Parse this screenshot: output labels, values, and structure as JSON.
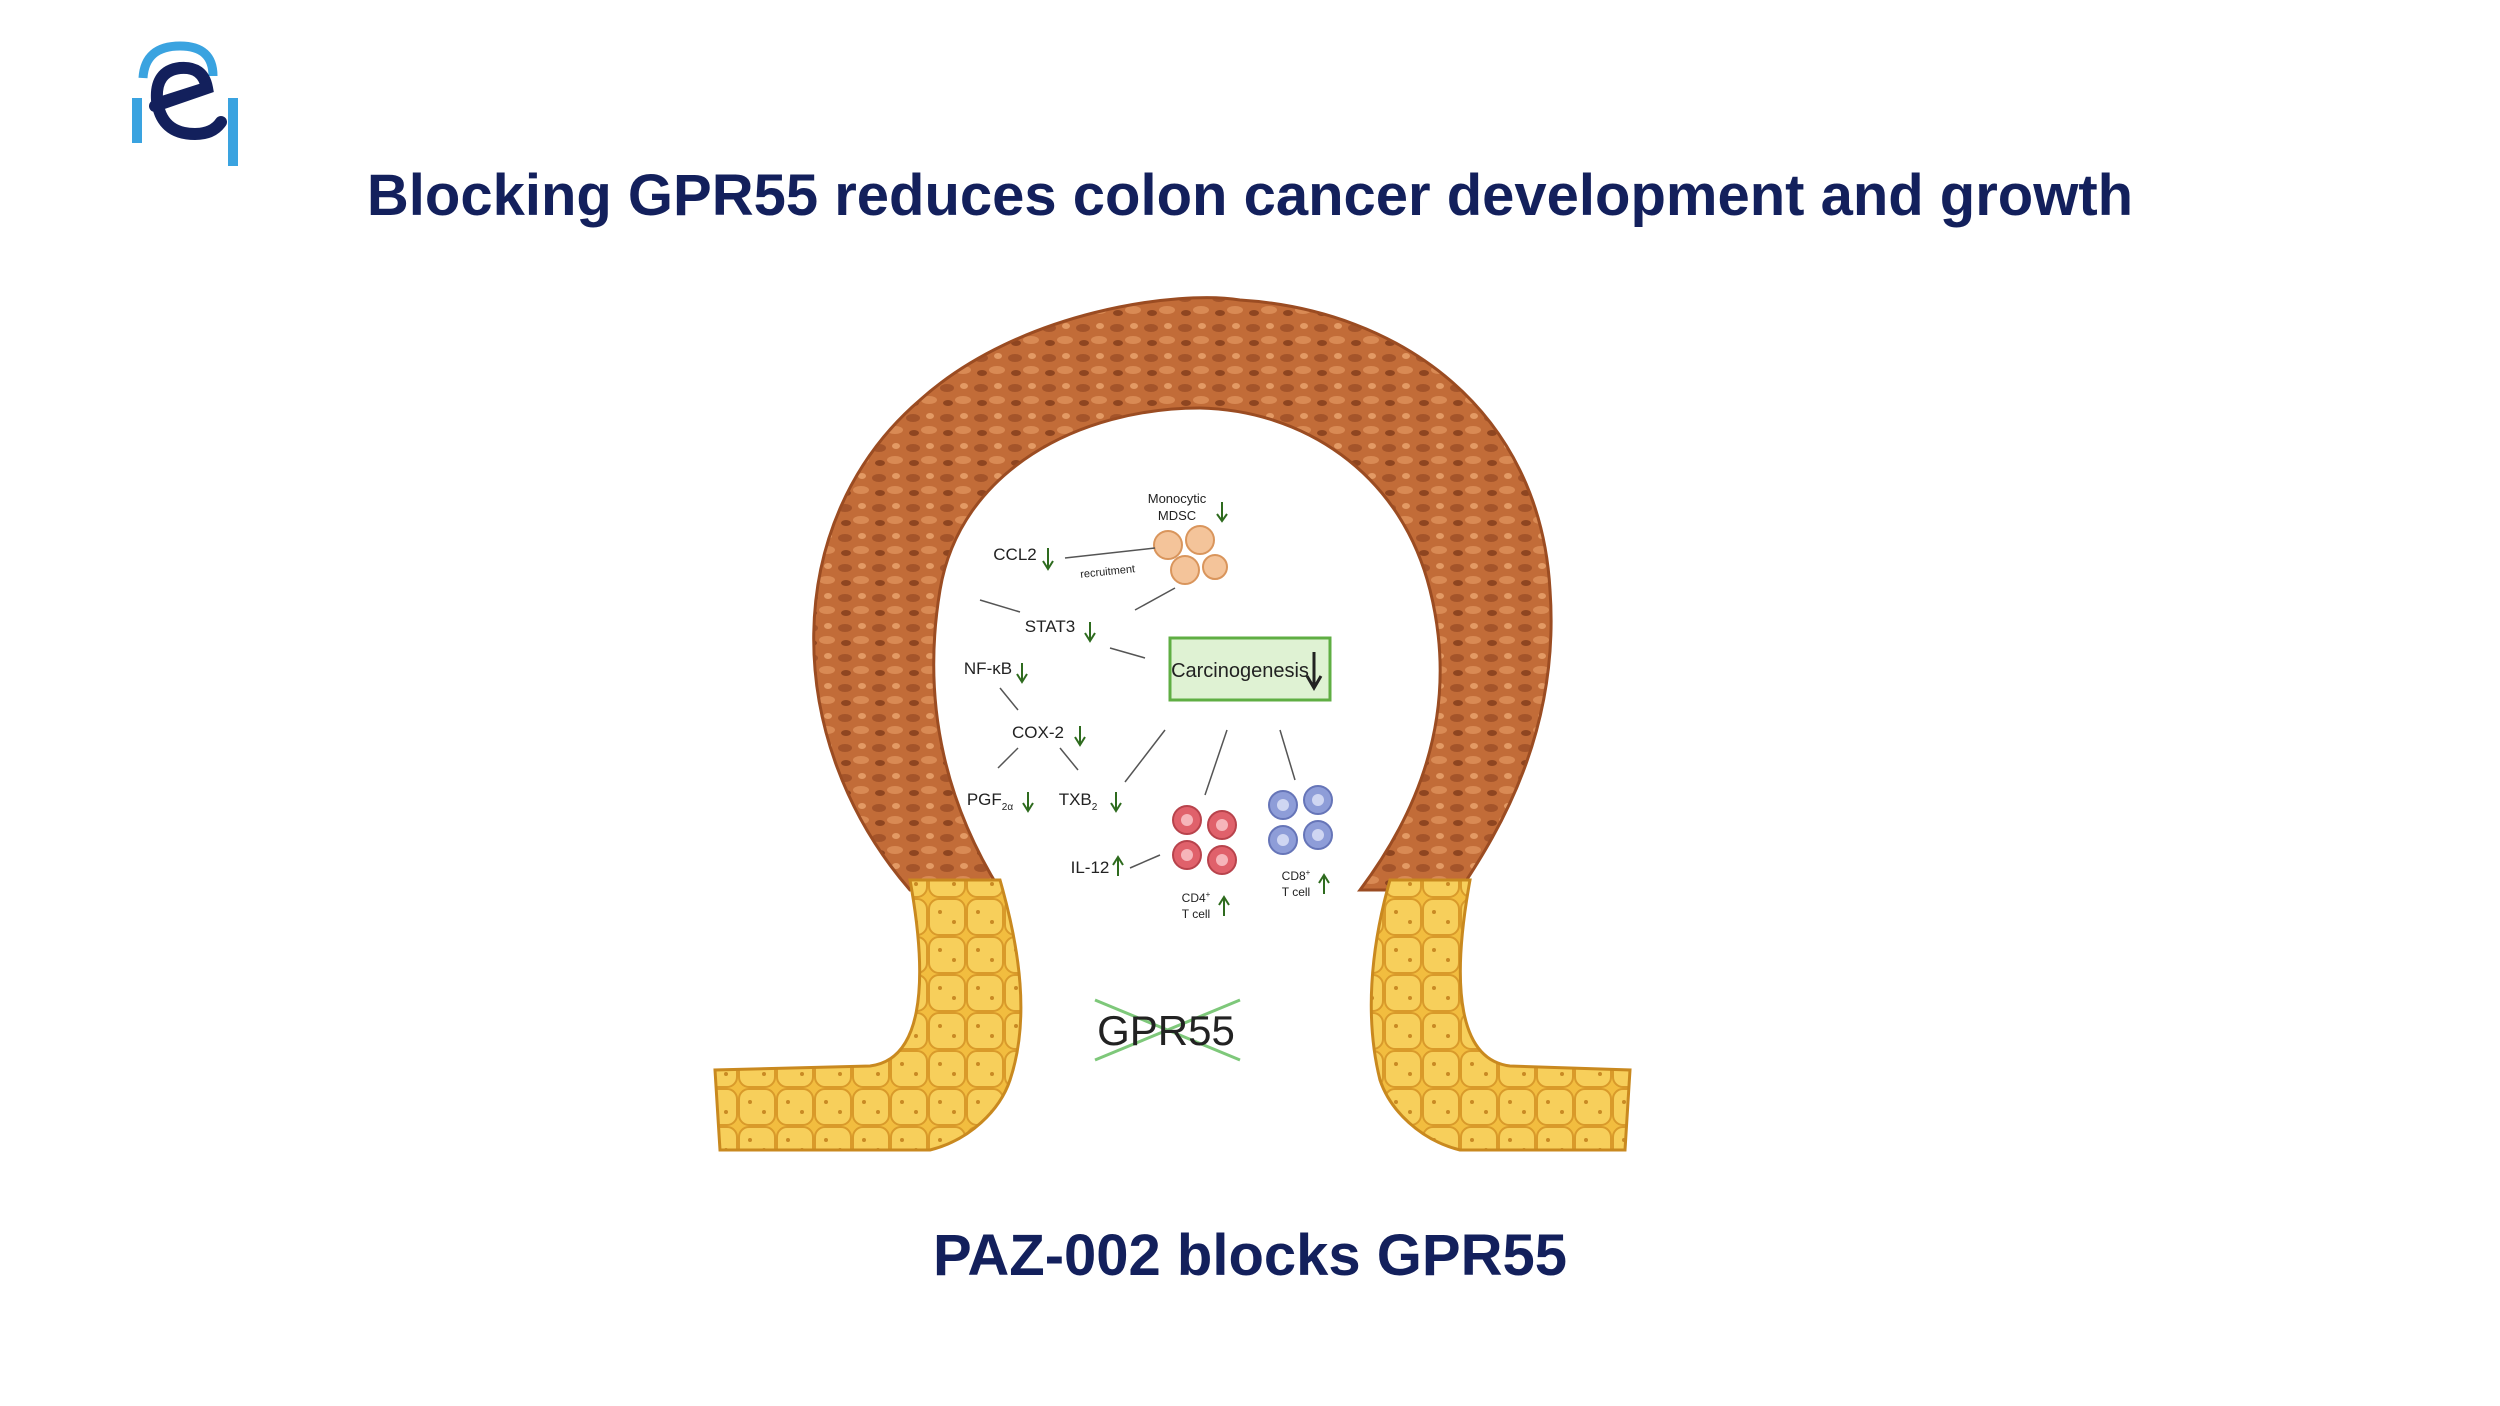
{
  "slide": {
    "title": "Blocking GPR55 reduces colon cancer development and growth",
    "caption": "PAZ-002 blocks GPR55"
  },
  "diagram": {
    "labels": {
      "monocytic": "Monocytic",
      "mdsc": "MDSC",
      "ccl2": "CCL2",
      "recruitment": "recruitment",
      "stat3": "STAT3",
      "nfkb": "NF-κB",
      "cox2": "COX-2",
      "pgf": "PGF",
      "pgf_sub": "2α",
      "txb": "TXB",
      "txb_sub": "2",
      "il12": "IL-12",
      "carcinogenesis": "Carcinogenesis",
      "cd4": "CD4",
      "cd8": "CD8",
      "t_cell": "T cell",
      "receptor": "GPR55"
    },
    "colors": {
      "title": "#13205c",
      "tumor": "#c06a35",
      "epithelium": "#f0b93a",
      "down_arrow": "#2e6b1e",
      "box_fill": "#dff2d3",
      "box_border": "#5fae43",
      "cd4_cells": "#e0616b",
      "cd8_cells": "#8e9dd8",
      "mdsc_cells": "#f4c49a",
      "cross": "#7ec87a"
    }
  }
}
